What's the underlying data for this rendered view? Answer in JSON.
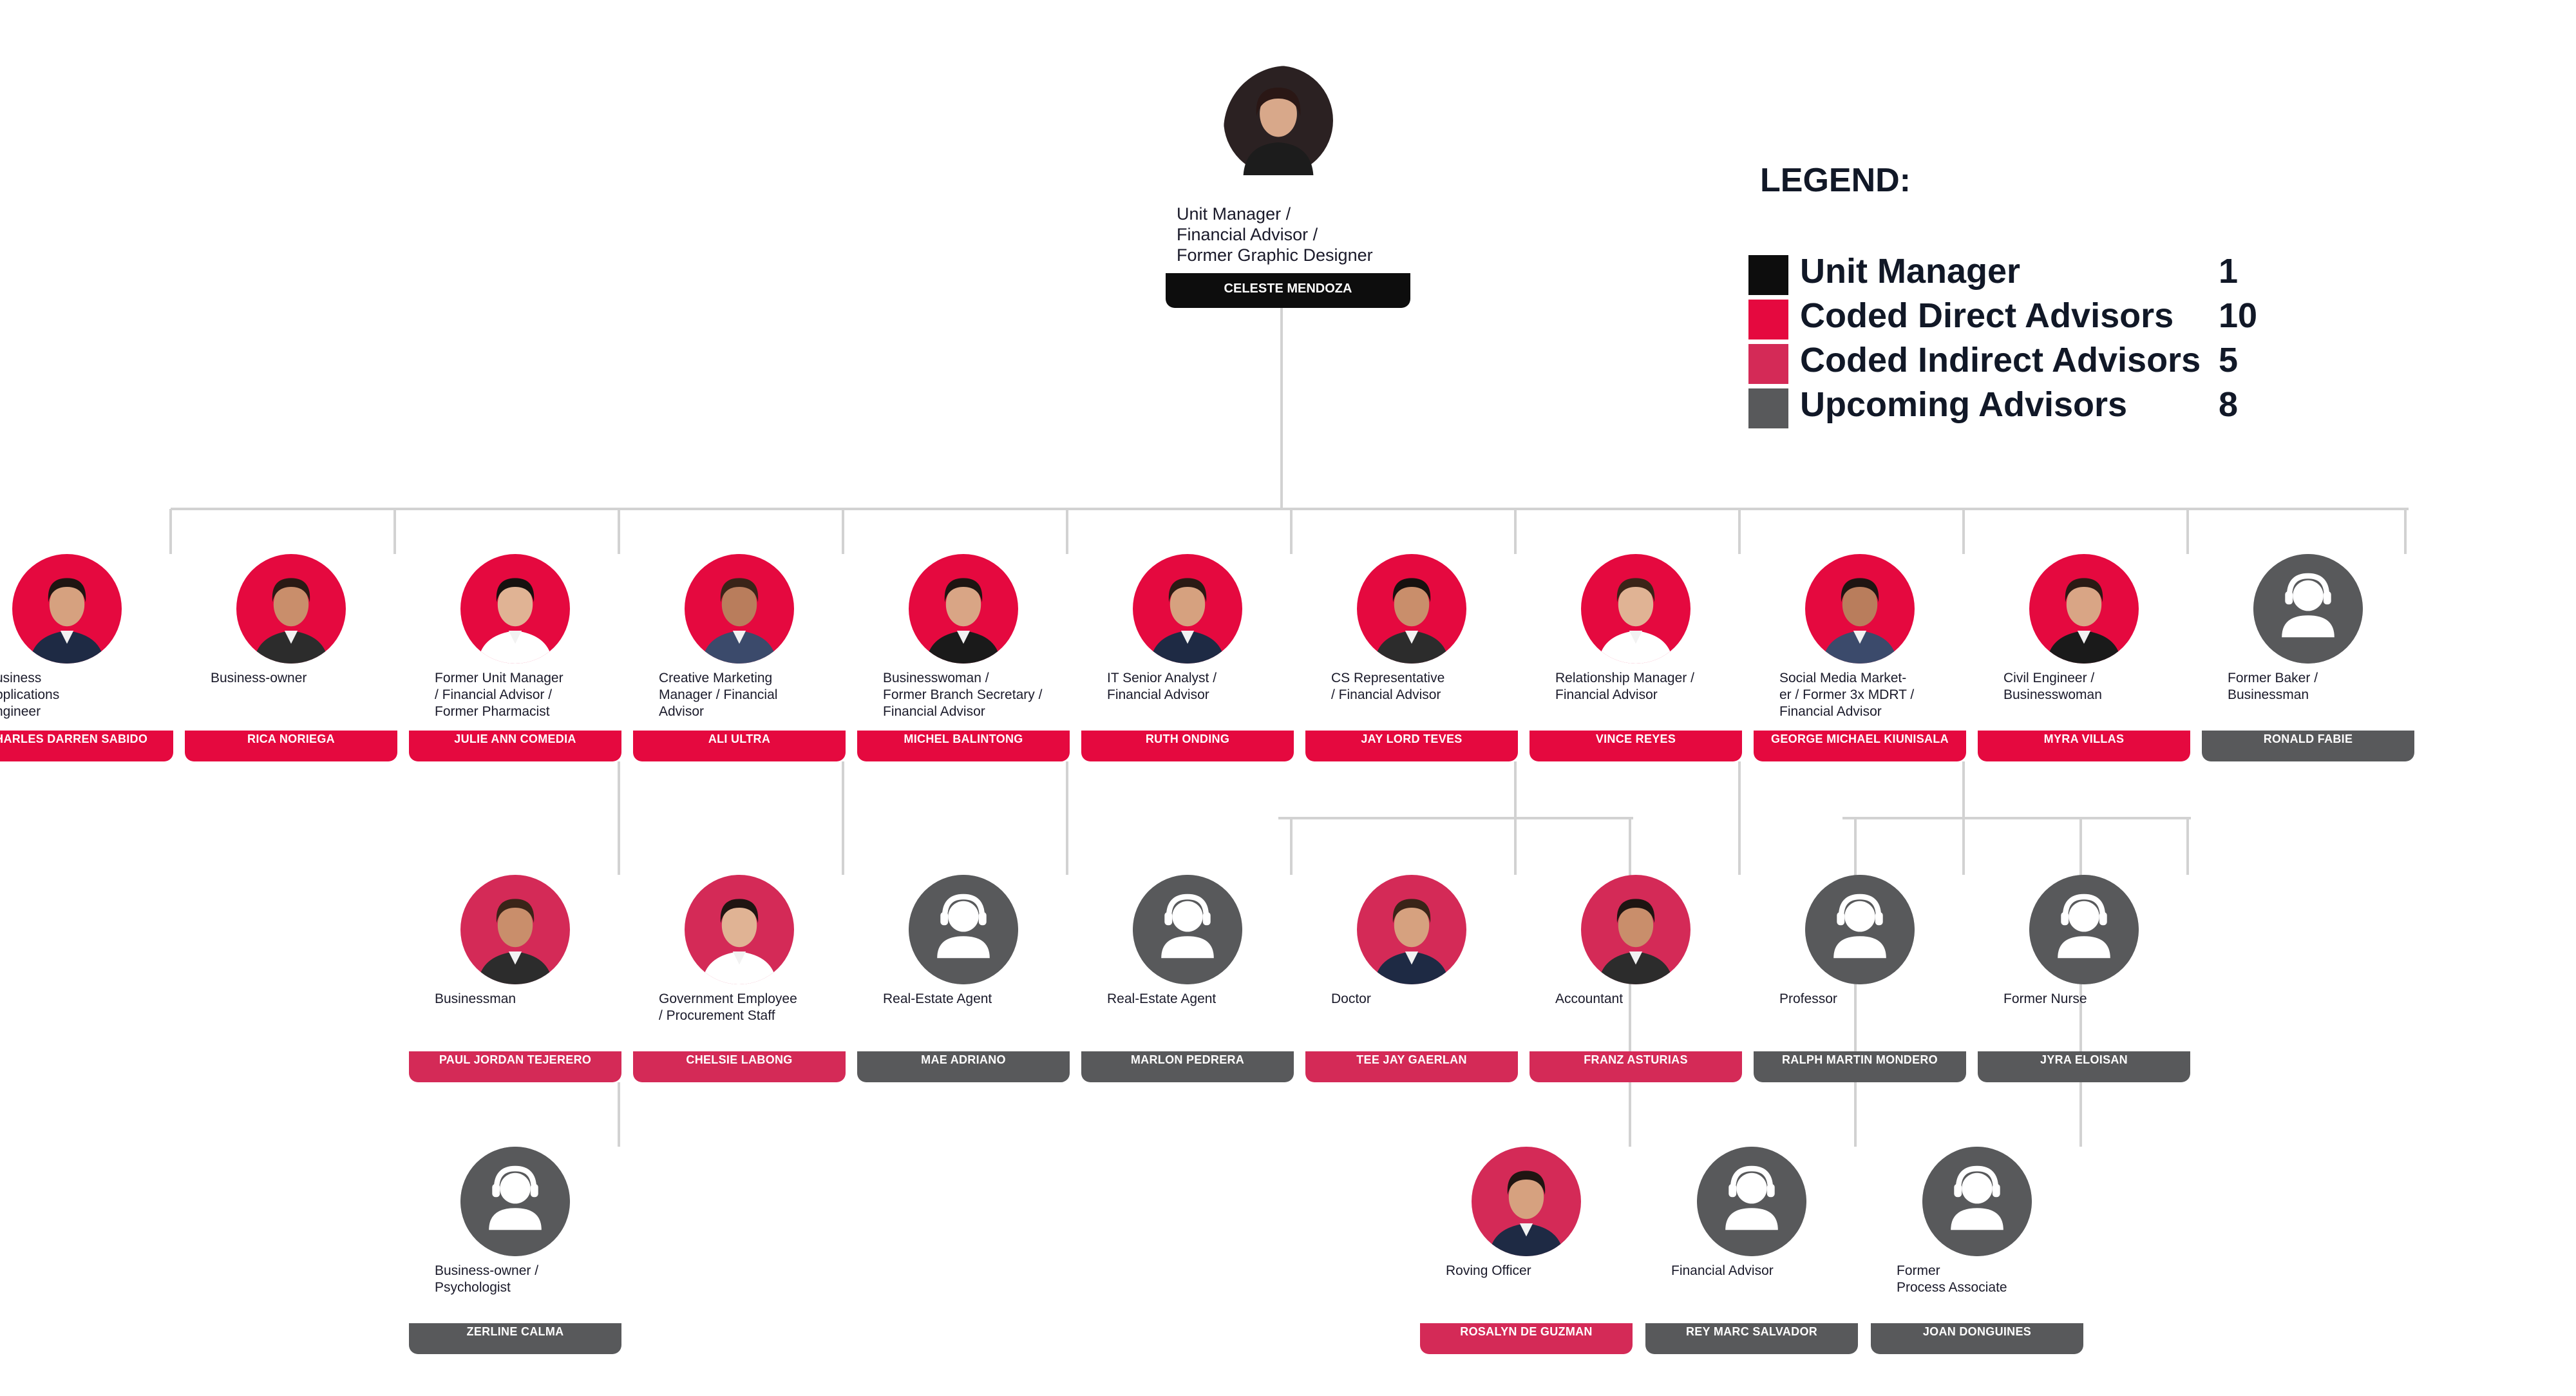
{
  "colors": {
    "unit_manager": "#0d0d0d",
    "coded_direct": "#e5093f",
    "coded_indirect": "#d42a57",
    "upcoming": "#58595b",
    "connector": "#d2d2d2"
  },
  "legend": {
    "title": "LEGEND:",
    "items": [
      {
        "label": "Unit Manager",
        "count": "1",
        "color": "#0d0d0d"
      },
      {
        "label": "Coded Direct Advisors",
        "count": "10",
        "color": "#e5093f"
      },
      {
        "label": "Coded Indirect Advisors",
        "count": "5",
        "color": "#d42a57"
      },
      {
        "label": "Upcoming Advisors",
        "count": "8",
        "color": "#58595b"
      }
    ]
  },
  "head": {
    "name": "CELESTE MENDOZA",
    "role_lines": [
      "Unit Manager /",
      "Financial Advisor /",
      "Former Graphic Designer"
    ],
    "avatar_icon": "person-photo"
  },
  "members": [
    {
      "id": "charles",
      "name": "CHARLES DARREN SABIDO",
      "role_lines": [
        "Business",
        "Applications",
        "Engineer"
      ],
      "status": "coded_direct",
      "icon": "person-photo"
    },
    {
      "id": "rica",
      "name": "RICA NORIEGA",
      "role_lines": [
        "Business-owner"
      ],
      "status": "coded_direct",
      "icon": "person-photo"
    },
    {
      "id": "julie",
      "name": "JULIE ANN COMEDIA",
      "role_lines": [
        "Former Unit Manager",
        "/ Financial Advisor /",
        "Former Pharmacist"
      ],
      "status": "coded_direct",
      "icon": "person-photo"
    },
    {
      "id": "ali",
      "name": "ALI ULTRA",
      "role_lines": [
        "Creative Marketing",
        "Manager / Financial",
        "Advisor"
      ],
      "status": "coded_direct",
      "icon": "person-photo"
    },
    {
      "id": "michel",
      "name": "MICHEL BALINTONG",
      "role_lines": [
        "Businesswoman /",
        "Former Branch Secretary /",
        "Financial Advisor"
      ],
      "status": "coded_direct",
      "icon": "person-photo"
    },
    {
      "id": "ruth",
      "name": "RUTH ONDING",
      "role_lines": [
        "IT Senior Analyst /",
        "Financial Advisor"
      ],
      "status": "coded_direct",
      "icon": "person-photo"
    },
    {
      "id": "jaylord",
      "name": "JAY LORD TEVES",
      "role_lines": [
        "CS Representative",
        "/ Financial Advisor"
      ],
      "status": "coded_direct",
      "icon": "person-photo"
    },
    {
      "id": "vince",
      "name": "VINCE REYES",
      "role_lines": [
        "Relationship Manager /",
        "Financial Advisor"
      ],
      "status": "coded_direct",
      "icon": "person-photo"
    },
    {
      "id": "george",
      "name": "GEORGE MICHAEL KIUNISALA",
      "role_lines": [
        "Social Media Market-",
        "er / Former 3x MDRT /",
        "Financial Advisor"
      ],
      "status": "coded_direct",
      "icon": "person-photo"
    },
    {
      "id": "myra",
      "name": "MYRA VILLAS",
      "role_lines": [
        "Civil Engineer /",
        "Businesswoman"
      ],
      "status": "coded_direct",
      "icon": "person-photo"
    },
    {
      "id": "ronald",
      "name": "RONALD FABIE",
      "role_lines": [
        "Former Baker /",
        "Businessman"
      ],
      "status": "upcoming",
      "icon": "placeholder-person-icon"
    },
    {
      "id": "paul",
      "name": "PAUL JORDAN TEJERERO",
      "role_lines": [
        "Businessman"
      ],
      "status": "coded_indirect",
      "icon": "person-photo"
    },
    {
      "id": "chelsie",
      "name": "CHELSIE LABONG",
      "role_lines": [
        "Government Employee",
        "/ Procurement Staff"
      ],
      "status": "coded_indirect",
      "icon": "person-photo"
    },
    {
      "id": "mae",
      "name": "MAE ADRIANO",
      "role_lines": [
        "Real-Estate Agent"
      ],
      "status": "upcoming",
      "icon": "placeholder-person-icon"
    },
    {
      "id": "marlon",
      "name": "MARLON PEDRERA",
      "role_lines": [
        "Real-Estate Agent"
      ],
      "status": "upcoming",
      "icon": "placeholder-person-icon"
    },
    {
      "id": "teejay",
      "name": "TEE JAY GAERLAN",
      "role_lines": [
        "Doctor"
      ],
      "status": "coded_indirect",
      "icon": "person-photo"
    },
    {
      "id": "franz",
      "name": "FRANZ ASTURIAS",
      "role_lines": [
        "Accountant"
      ],
      "status": "coded_indirect",
      "icon": "person-photo"
    },
    {
      "id": "ralph",
      "name": "RALPH MARTIN MONDERO",
      "role_lines": [
        "Professor"
      ],
      "status": "upcoming",
      "icon": "placeholder-person-icon"
    },
    {
      "id": "jyra",
      "name": "JYRA ELOISAN",
      "role_lines": [
        "Former Nurse"
      ],
      "status": "upcoming",
      "icon": "placeholder-person-icon"
    },
    {
      "id": "zerline",
      "name": "ZERLINE CALMA",
      "role_lines": [
        "Business-owner /",
        "Psychologist"
      ],
      "status": "upcoming",
      "icon": "placeholder-person-icon"
    },
    {
      "id": "rosalyn",
      "name": "ROSALYN DE GUZMAN",
      "role_lines": [
        "Roving Officer"
      ],
      "status": "coded_indirect",
      "icon": "person-photo"
    },
    {
      "id": "reymarc",
      "name": "REY MARC SALVADOR",
      "role_lines": [
        "Financial Advisor"
      ],
      "status": "upcoming",
      "icon": "placeholder-person-icon"
    },
    {
      "id": "joan",
      "name": "JOAN DONGUINES",
      "role_lines": [
        "Former",
        "Process Associate"
      ],
      "status": "upcoming",
      "icon": "placeholder-person-icon"
    }
  ]
}
